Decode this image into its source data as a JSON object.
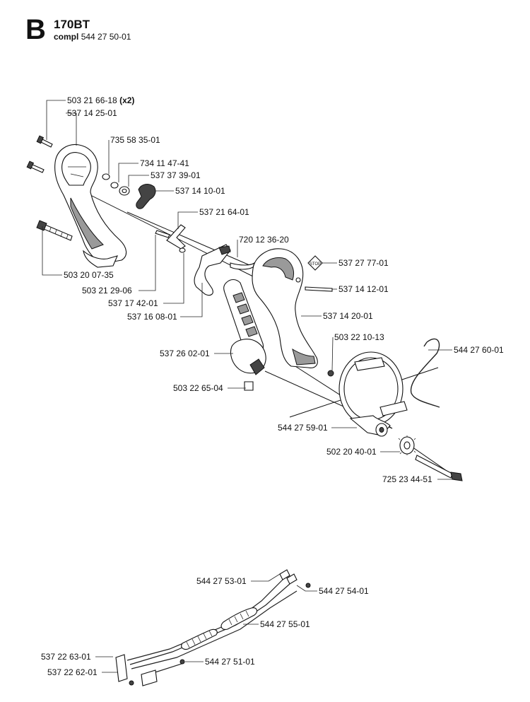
{
  "header": {
    "section_letter": "B",
    "model": "170BT",
    "compl_label": "compl",
    "compl_number": "544 27 50-01"
  },
  "parts": [
    {
      "id": "p1",
      "number": "503 21 66-18",
      "suffix": "(x2)"
    },
    {
      "id": "p2",
      "number": "537 14 25-01"
    },
    {
      "id": "p3",
      "number": "735 58 35-01"
    },
    {
      "id": "p4",
      "number": "734 11 47-41"
    },
    {
      "id": "p5",
      "number": "537 37 39-01"
    },
    {
      "id": "p6",
      "number": "537 14 10-01"
    },
    {
      "id": "p7",
      "number": "537 21 64-01"
    },
    {
      "id": "p8",
      "number": "720 12 36-20"
    },
    {
      "id": "p9",
      "number": "537 27 77-01"
    },
    {
      "id": "p10",
      "number": "537 14 12-01"
    },
    {
      "id": "p11",
      "number": "503 20 07-35"
    },
    {
      "id": "p12",
      "number": "503 21 29-06"
    },
    {
      "id": "p13",
      "number": "537 17 42-01"
    },
    {
      "id": "p14",
      "number": "537 16 08-01"
    },
    {
      "id": "p15",
      "number": "537 14 20-01"
    },
    {
      "id": "p16",
      "number": "503 22 10-13"
    },
    {
      "id": "p17",
      "number": "544 27 60-01"
    },
    {
      "id": "p18",
      "number": "537 26 02-01"
    },
    {
      "id": "p19",
      "number": "503 22 65-04"
    },
    {
      "id": "p20",
      "number": "544 27 59-01"
    },
    {
      "id": "p21",
      "number": "502 20 40-01"
    },
    {
      "id": "p22",
      "number": "725 23 44-51"
    },
    {
      "id": "p23",
      "number": "544 27 53-01"
    },
    {
      "id": "p24",
      "number": "544 27 54-01"
    },
    {
      "id": "p25",
      "number": "544 27 55-01"
    },
    {
      "id": "p26",
      "number": "537 22 63-01"
    },
    {
      "id": "p27",
      "number": "544 27 51-01"
    },
    {
      "id": "p28",
      "number": "537 22 62-01"
    }
  ],
  "decal_text": "STOP"
}
